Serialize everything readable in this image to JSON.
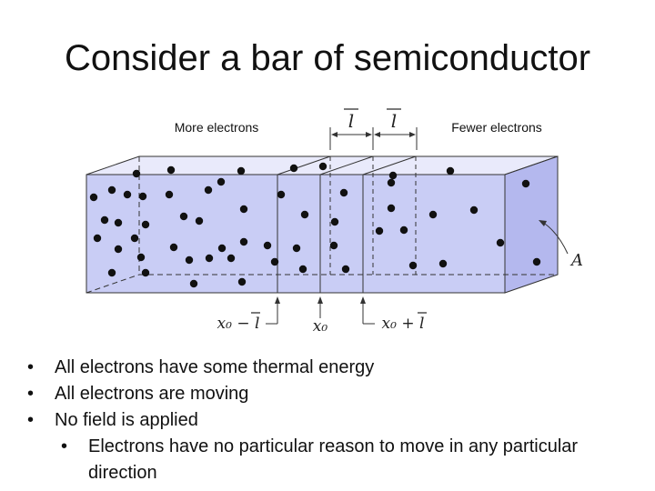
{
  "slide": {
    "title": "Consider a bar of semiconductor"
  },
  "diagram": {
    "label_more": "More electrons",
    "label_fewer": "Fewer electrons",
    "label_l_left": "l",
    "label_l_right": "l",
    "label_area": "A",
    "label_x0_minus_l": "x₀ − l",
    "label_x0": "x₀",
    "label_x0_plus_l": "x₀ + l",
    "colors": {
      "front_face": "#c9cdf5",
      "top_face": "#e9eafb",
      "right_face": "#b4b8ee",
      "electron": "#111111"
    }
  },
  "bullets": [
    "All electrons have some thermal energy",
    "All electrons are moving",
    "No field is applied"
  ],
  "sub_bullets": [
    "Electrons have no particular reason to move in any particular direction"
  ]
}
